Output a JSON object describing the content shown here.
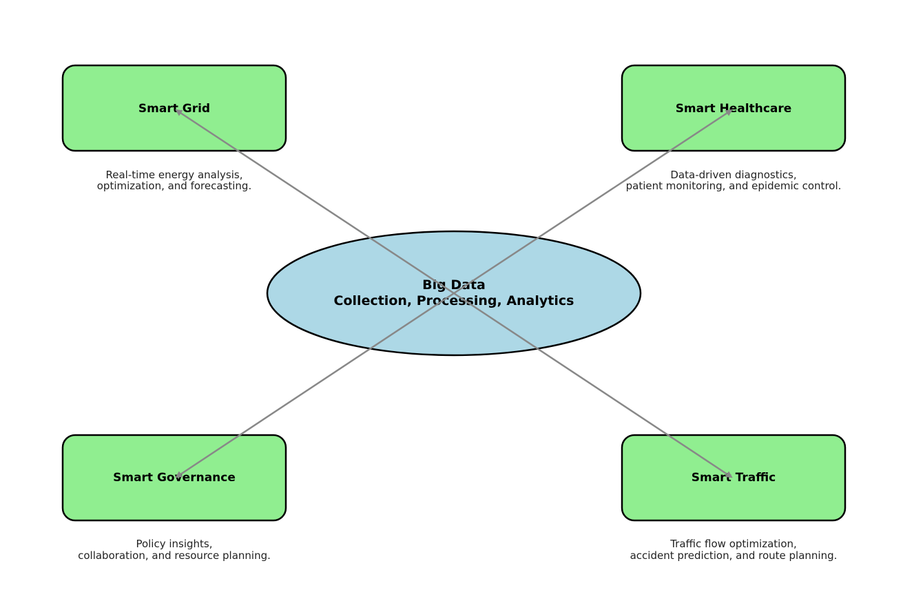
{
  "colors": {
    "hub_fill": "#add8e6",
    "node_fill": "#90ee90",
    "stroke": "#000000",
    "arrow": "#888888"
  },
  "hub": {
    "line1": "Big Data",
    "line2": "Collection, Processing, Analytics"
  },
  "nodes": [
    {
      "title": "Smart Grid",
      "desc_line1": "Real-time energy analysis,",
      "desc_line2": "optimization, and forecasting."
    },
    {
      "title": "Smart Healthcare",
      "desc_line1": "Data-driven diagnostics,",
      "desc_line2": "patient monitoring, and epidemic control."
    },
    {
      "title": "Smart Governance",
      "desc_line1": "Policy insights,",
      "desc_line2": "collaboration, and resource planning."
    },
    {
      "title": "Smart Traffic",
      "desc_line1": "Traffic flow optimization,",
      "desc_line2": "accident prediction, and route planning."
    }
  ]
}
